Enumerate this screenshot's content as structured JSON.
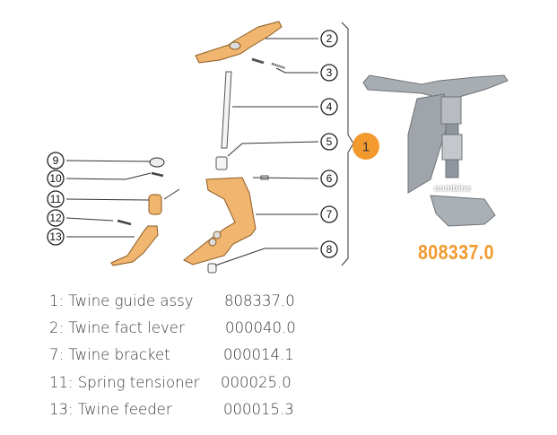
{
  "callouts": {
    "c1": "1",
    "c2": "2",
    "c3": "3",
    "c4": "4",
    "c5": "5",
    "c6": "6",
    "c7": "7",
    "c8": "8",
    "c9": "9",
    "c10": "10",
    "c11": "11",
    "c12": "12",
    "c13": "13"
  },
  "photo": {
    "watermark": "combine",
    "part_number": "808337.0"
  },
  "colors": {
    "accent_orange": "#f39a2e",
    "part_fill": "#f0b56e"
  },
  "parts_list": [
    {
      "label": "1: Twine guide assy",
      "code": "808337.0"
    },
    {
      "label": "2: Twine fact lever",
      "code": "000040.0"
    },
    {
      "label": "7: Twine bracket",
      "code": "000014.1"
    },
    {
      "label": "11: Spring tensioner",
      "code": "000025.0"
    },
    {
      "label": "13: Twine feeder",
      "code": "000015.3"
    }
  ]
}
